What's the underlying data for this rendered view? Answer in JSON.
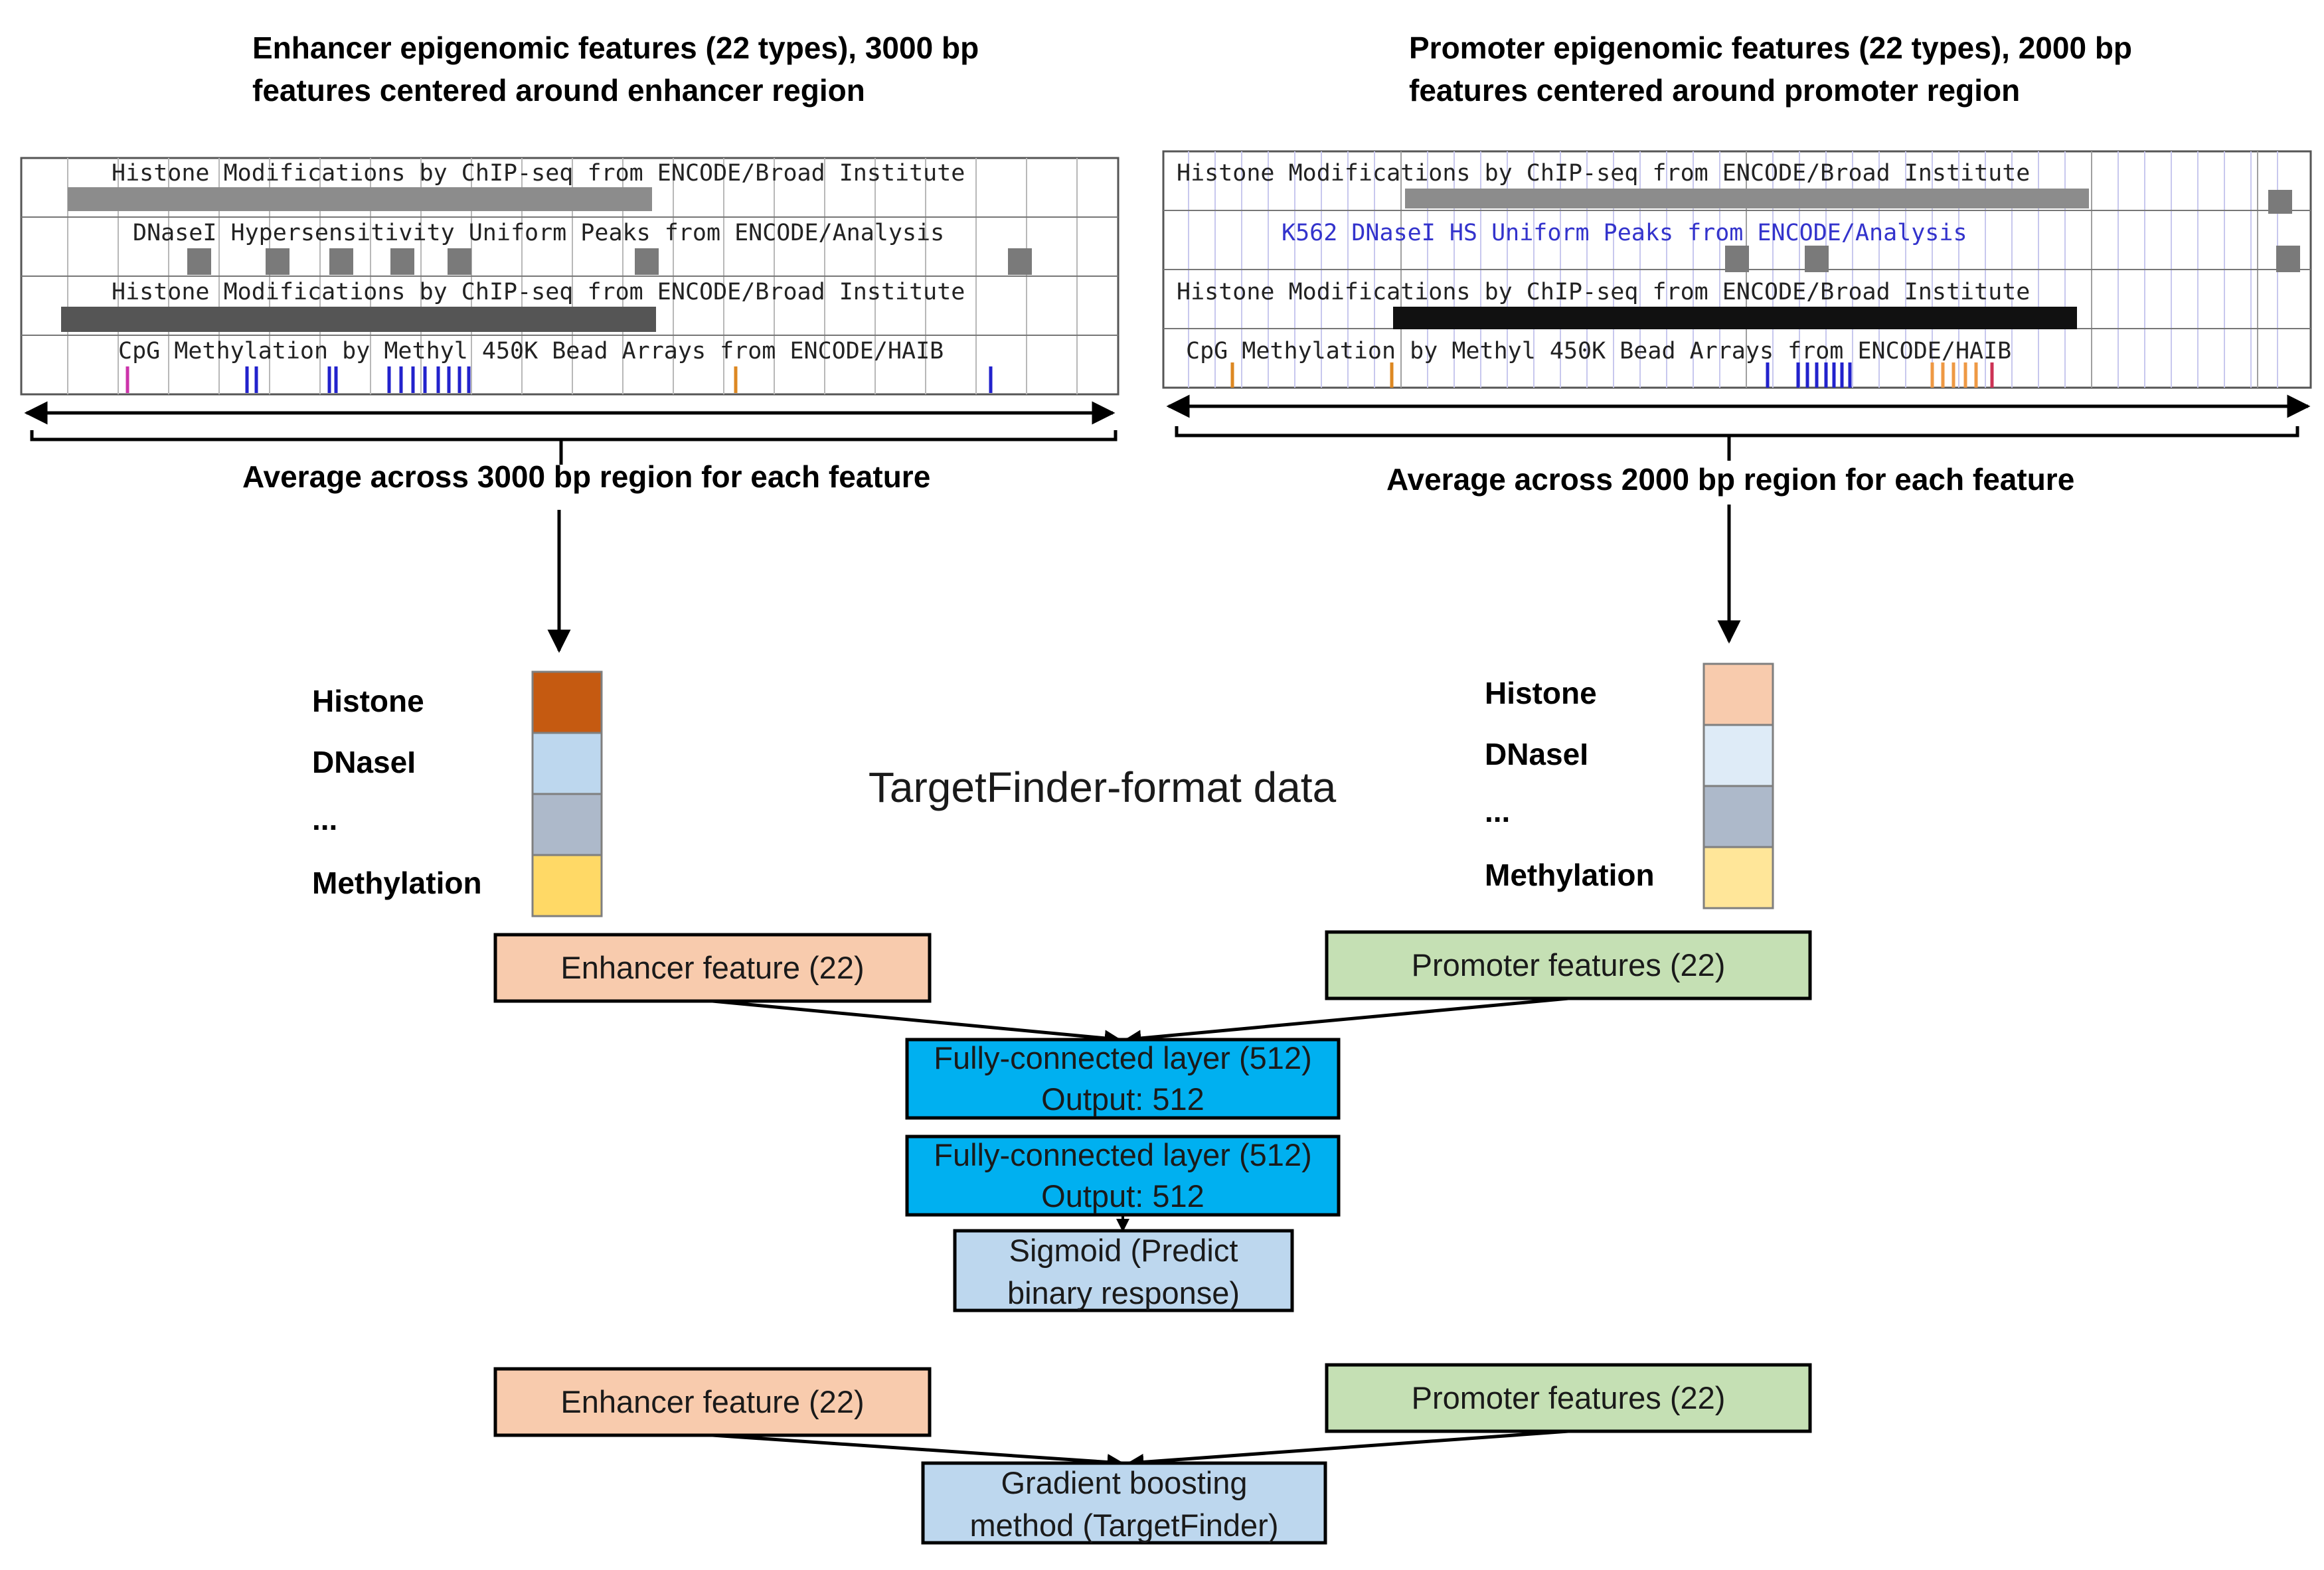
{
  "enhancer_panel": {
    "caption_line1": "Enhancer epigenomic features (22 types), 3000 bp",
    "caption_line2": "features centered around enhancer region",
    "tracks": [
      "Histone Modifications by ChIP-seq from ENCODE/Broad Institute",
      "DNaseI Hypersensitivity Uniform Peaks from ENCODE/Analysis",
      "Histone Modifications by ChIP-seq from ENCODE/Broad Institute",
      "CpG Methylation by Methyl 450K Bead Arrays from ENCODE/HAIB"
    ],
    "average_label": "Average across 3000 bp region for each feature"
  },
  "promoter_panel": {
    "caption_line1": "Promoter epigenomic features (22 types), 2000 bp",
    "caption_line2": "features centered around promoter region",
    "tracks": [
      "Histone Modifications by ChIP-seq from ENCODE/Broad Institute",
      "K562 DNaseI HS Uniform Peaks from ENCODE/Analysis",
      "Histone Modifications by ChIP-seq from ENCODE/Broad Institute",
      "CpG Methylation by Methyl 450K Bead Arrays from ENCODE/HAIB"
    ],
    "average_label": "Average across 2000 bp region for each feature"
  },
  "feature_rows": [
    "Histone",
    "DNaseI",
    "...",
    "Methylation"
  ],
  "center_label": "TargetFinder-format data",
  "network": {
    "enhancer_input": "Enhancer feature (22)",
    "promoter_input": "Promoter features (22)",
    "fc1_line1": "Fully-connected layer (512)",
    "fc1_line2": "Output: 512",
    "fc2_line1": "Fully-connected layer (512)",
    "fc2_line2": "Output: 512",
    "sigmoid_line1": "Sigmoid (Predict",
    "sigmoid_line2": "binary response)"
  },
  "boosting": {
    "enhancer_input": "Enhancer feature (22)",
    "promoter_input": "Promoter features (22)",
    "gb_line1": "Gradient boosting",
    "gb_line2": "method (TargetFinder)"
  },
  "colors": {
    "enhancer_box": "#f8cbad",
    "promoter_box": "#c5e0b4",
    "fc_box": "#00b0f0",
    "sigmoid_box": "#bdd7ee",
    "enh_histone": "#c55a11",
    "enh_dnase": "#bdd7ee",
    "enh_dots": "#adb9ca",
    "enh_meth": "#ffd966",
    "pro_histone": "#f8cbad",
    "pro_dnase": "#deebf7",
    "pro_dots": "#adb9ca",
    "pro_meth": "#ffe699"
  }
}
